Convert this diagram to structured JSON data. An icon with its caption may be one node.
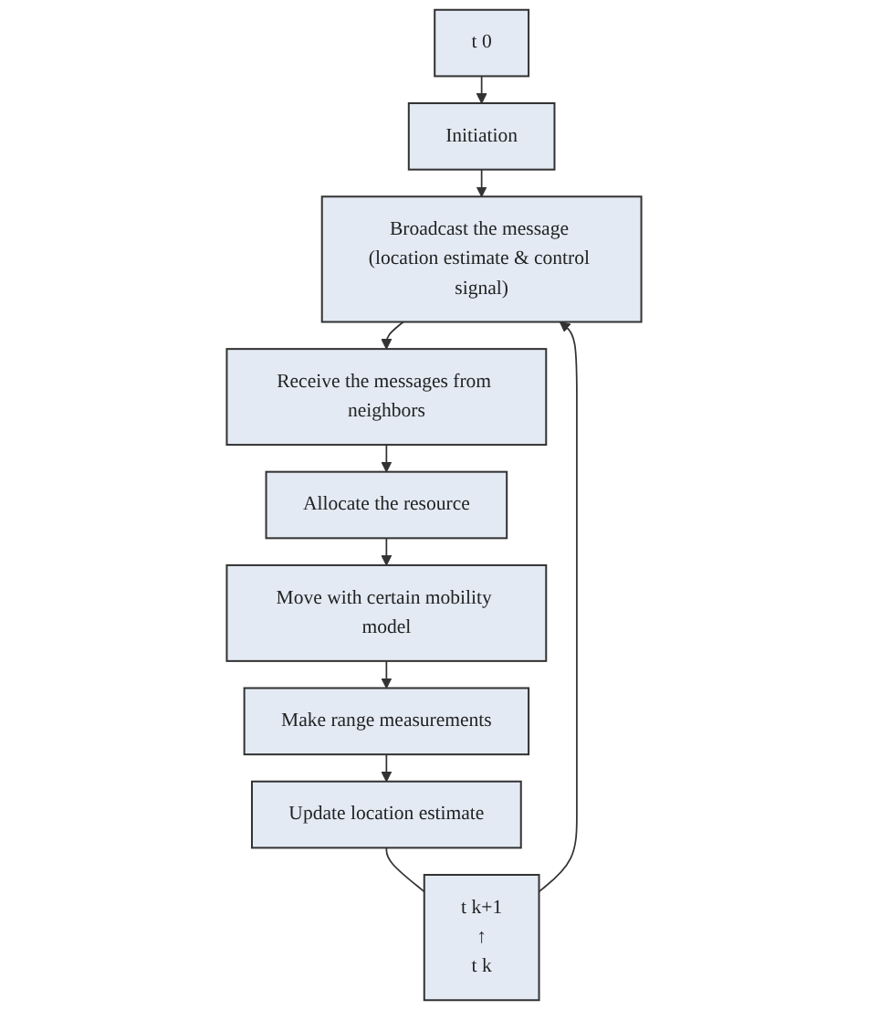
{
  "diagram": {
    "nodes": [
      {
        "text": [
          "t 0"
        ]
      },
      {
        "text": [
          "Initiation"
        ]
      },
      {
        "text": [
          "Broadcast the message (location estimate & control signal)"
        ]
      },
      {
        "text": [
          "Receive the messages from neighbors"
        ]
      },
      {
        "text": [
          "Allocate the resource"
        ]
      },
      {
        "text": [
          "Move with certain mobility model"
        ]
      },
      {
        "text": [
          "Make range measurements"
        ]
      },
      {
        "text": [
          "Update location estimate"
        ]
      },
      {
        "text": [
          "t k+1",
          "↑",
          "t k"
        ]
      }
    ],
    "edges": [
      {
        "from": 0,
        "to": 1,
        "arrow": "to"
      },
      {
        "from": 1,
        "to": 2,
        "arrow": "to"
      },
      {
        "from": 2,
        "to": 3,
        "arrow": "to"
      },
      {
        "from": 3,
        "to": 4,
        "arrow": "to"
      },
      {
        "from": 4,
        "to": 5,
        "arrow": "to"
      },
      {
        "from": 5,
        "to": 6,
        "arrow": "to"
      },
      {
        "from": 6,
        "to": 7,
        "arrow": "to"
      },
      {
        "from": 7,
        "to": 8,
        "arrow": "none"
      },
      {
        "from": 8,
        "to": 2,
        "arrow": "to"
      }
    ]
  }
}
